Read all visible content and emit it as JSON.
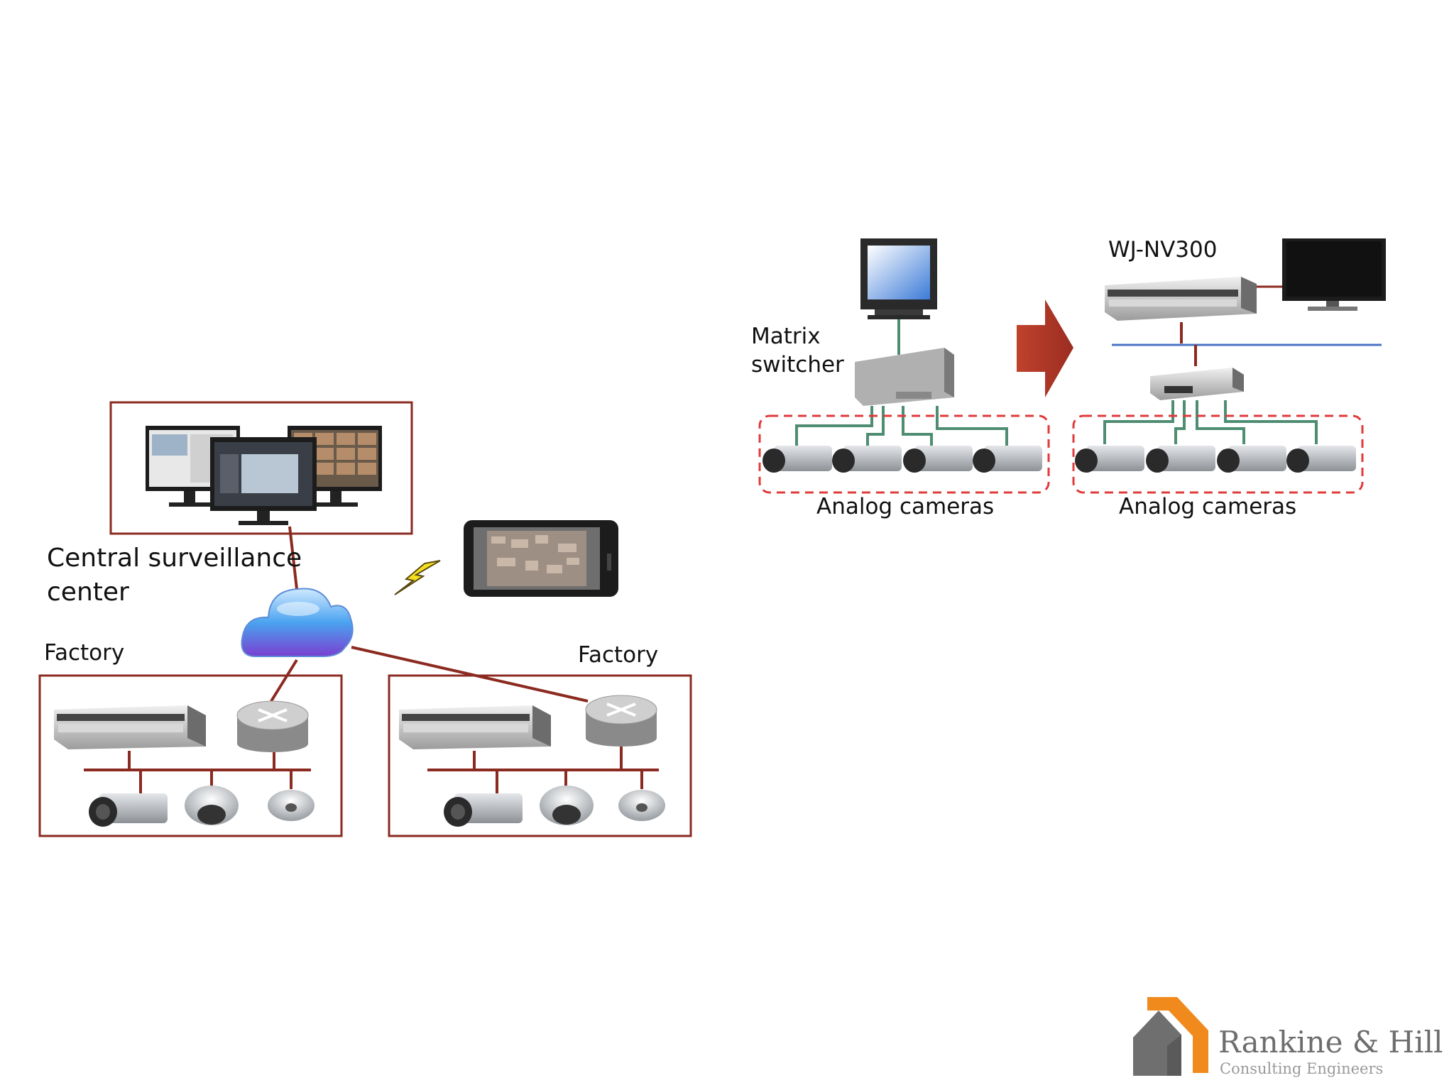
{
  "labels": {
    "central": [
      "Central surveillance",
      "center"
    ],
    "factory_left": "Factory",
    "factory_right": "Factory",
    "matrix": [
      "Matrix",
      "switcher"
    ],
    "recorder_model": "WJ-NV300",
    "analog_left": "Analog cameras",
    "analog_right": "Analog cameras"
  },
  "logo": {
    "title": "Rankine & Hill",
    "subtitle": "Consulting Engineers"
  },
  "colors": {
    "frame": "#8b2a20",
    "link": "#8b2a20",
    "green_wire": "#4e8d72",
    "blue_bus": "#4a74c4",
    "dash": "#e03a3a",
    "arrow": "#b53b2b",
    "logo_orange": "#f08a1c",
    "logo_gray": "#6f6f6f"
  }
}
